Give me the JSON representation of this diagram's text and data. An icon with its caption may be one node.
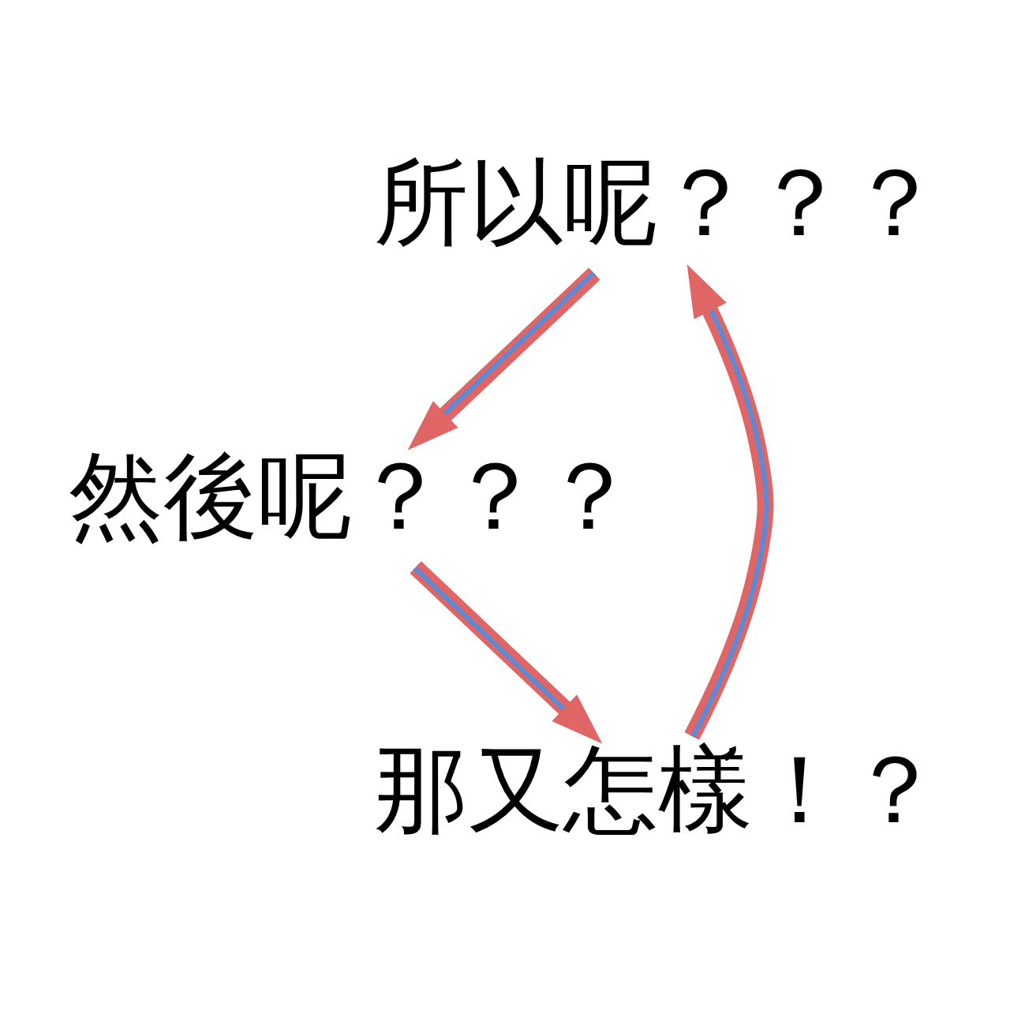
{
  "diagram": {
    "nodes": [
      {
        "text": [
          "所以呢？？？"
        ]
      },
      {
        "text": [
          "然後呢？？？"
        ]
      },
      {
        "text": [
          "那又怎樣！？"
        ]
      }
    ],
    "edges": [
      {
        "from": 0,
        "to": 1,
        "arrow": "to"
      },
      {
        "from": 1,
        "to": 2,
        "arrow": "to"
      },
      {
        "from": 2,
        "to": 0,
        "arrow": "to"
      }
    ]
  }
}
